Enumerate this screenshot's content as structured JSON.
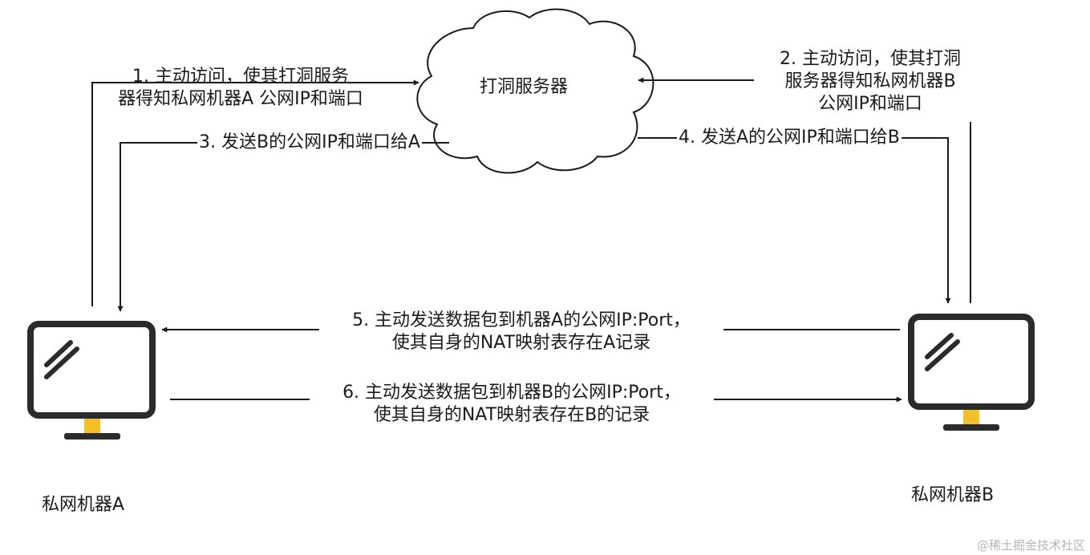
{
  "cloud": {
    "label": "打洞服务器"
  },
  "machines": {
    "a": {
      "label": "私网机器A"
    },
    "b": {
      "label": "私网机器B"
    }
  },
  "steps": {
    "s1": {
      "line1": "1. 主动访问，使其打洞服务",
      "line2": "器得知私网机器A 公网IP和端口"
    },
    "s2": {
      "line1": "2. 主动访问，使其打洞",
      "line2": "服务器得知私网机器B",
      "line3": "公网IP和端口"
    },
    "s3": {
      "text": "3. 发送B的公网IP和端口给A"
    },
    "s4": {
      "text": "4. 发送A的公网IP和端口给B"
    },
    "s5": {
      "line1": "5. 主动发送数据包到机器A的公网IP:Port，",
      "line2": "使其自身的NAT映射表存在A记录"
    },
    "s6": {
      "line1": "6. 主动发送数据包到机器B的公网IP:Port，",
      "line2": "使其自身的NAT映射表存在B的记录"
    }
  },
  "watermark": "@稀土掘金技术社区",
  "colors": {
    "line": "#1a1a1a",
    "monitor": "#2b2b2b",
    "stand": "#f2c029",
    "cloud_stroke": "#1a1a1a",
    "watermark": "#b5b5b5"
  }
}
